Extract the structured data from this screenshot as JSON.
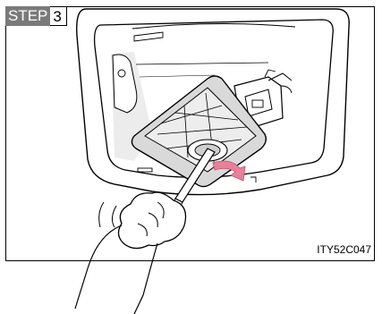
{
  "step": {
    "word": "STEP",
    "number": "3"
  },
  "figure_code": "ITY52C047",
  "colors": {
    "step_badge": "#7a7a7a",
    "arrow": "#e8809a",
    "panel_shadow": "#dcdcdc"
  },
  "icons": {
    "hand": "hand-holding-screwdriver",
    "arrow": "curved-pry-arrow"
  }
}
